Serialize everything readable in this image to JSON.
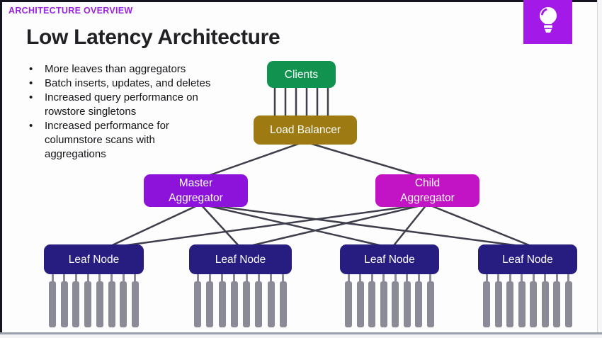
{
  "window": {
    "top_label": "ARCHITECTURE OVERVIEW"
  },
  "slide": {
    "title": "Low Latency Architecture",
    "bullet_marker": "•",
    "bullets": [
      "More leaves than aggregators",
      "Batch inserts, updates, and deletes",
      "Increased query performance on\nrowstore singletons",
      "Increased performance for\ncolumnstore scans with\naggregations"
    ]
  },
  "colors": {
    "accent_purple": "#9a22e0",
    "bulb_tile_purple": "#a31ae8",
    "clients_green": "#11924f",
    "load_balancer_gold": "#9e7a12",
    "master_aggregator_purple": "#8d13da",
    "child_aggregator_magenta": "#c214c4",
    "leaf_node_navy": "#271c80",
    "connector_gray": "#3e3e4c",
    "prong_gray": "#8b8b98"
  },
  "diagram": {
    "prongs_per_leaf": 8,
    "client_connection_count": 6,
    "nodes": {
      "clients": {
        "label": "Clients",
        "color": "#11924f"
      },
      "load_balancer": {
        "label": "Load Balancer",
        "color": "#9e7a12"
      },
      "master_aggregator": {
        "label": "Master\nAggregator",
        "color": "#8d13da"
      },
      "child_aggregator": {
        "label": "Child\nAggregator",
        "color": "#c214c4"
      },
      "leaf_nodes": [
        {
          "label": "Leaf Node",
          "color": "#271c80"
        },
        {
          "label": "Leaf Node",
          "color": "#271c80"
        },
        {
          "label": "Leaf Node",
          "color": "#271c80"
        },
        {
          "label": "Leaf Node",
          "color": "#271c80"
        }
      ]
    }
  }
}
